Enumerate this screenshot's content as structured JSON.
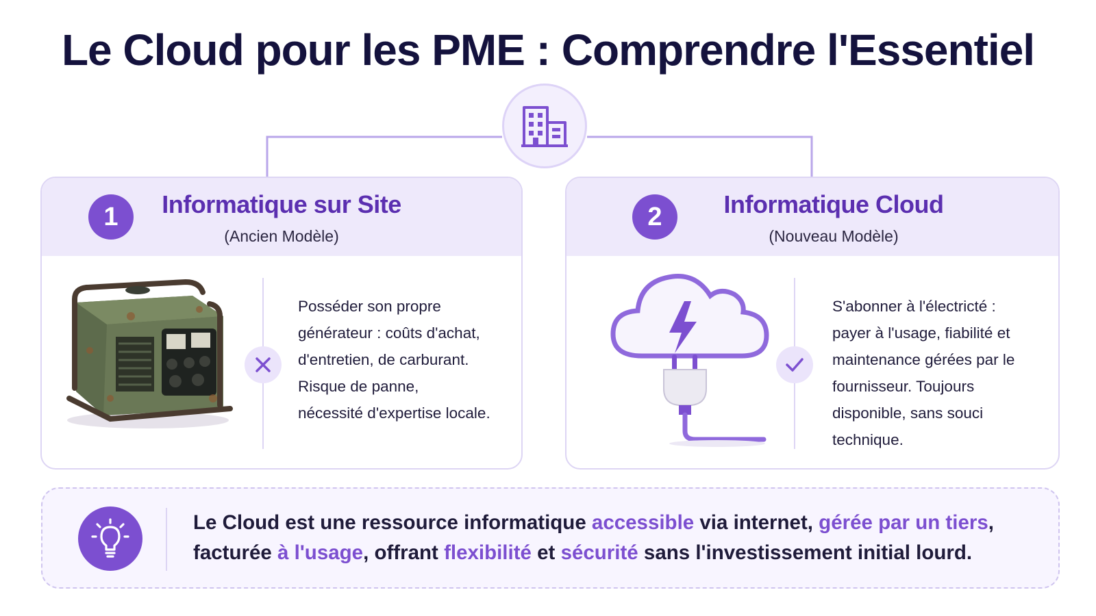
{
  "title": "Le Cloud pour les PME : Comprendre l'Essentiel",
  "hub_icon": "building-icon",
  "colors": {
    "accent": "#7c4fd0",
    "header_bg": "#eee9fb",
    "title": "#14123d"
  },
  "cards": [
    {
      "number": "1",
      "title": "Informatique sur Site",
      "subtitle": "(Ancien Modèle)",
      "image": "generator-illustration",
      "status_icon": "cross-icon",
      "description": [
        "Posséder son propre",
        "générateur : coûts d'achat,",
        "d'entretien, de carburant.",
        "Risque de panne,",
        "nécessité d'expertise locale."
      ]
    },
    {
      "number": "2",
      "title": "Informatique Cloud",
      "subtitle": "(Nouveau Modèle)",
      "image": "cloud-plug-illustration",
      "status_icon": "check-icon",
      "description": [
        "S'abonner à l'électricté :",
        "payer à l'usage, fiabilité et",
        "maintenance gérées par le",
        "fournisseur. Toujours",
        "disponible, sans souci",
        "technique."
      ]
    }
  ],
  "note": {
    "icon": "lightbulb-icon",
    "segments": [
      {
        "text": "Le Cloud est une ressource informatique ",
        "highlight": false
      },
      {
        "text": "accessible",
        "highlight": true
      },
      {
        "text": " via internet, ",
        "highlight": false
      },
      {
        "text": "gérée par un tiers",
        "highlight": true
      },
      {
        "text": ", facturée ",
        "highlight": false
      },
      {
        "text": "à l'usage",
        "highlight": true
      },
      {
        "text": ", offrant ",
        "highlight": false
      },
      {
        "text": "flexibilité",
        "highlight": true
      },
      {
        "text": " et ",
        "highlight": false
      },
      {
        "text": "sécurité",
        "highlight": true
      },
      {
        "text": " sans l'investissement initial lourd.",
        "highlight": false
      }
    ]
  }
}
